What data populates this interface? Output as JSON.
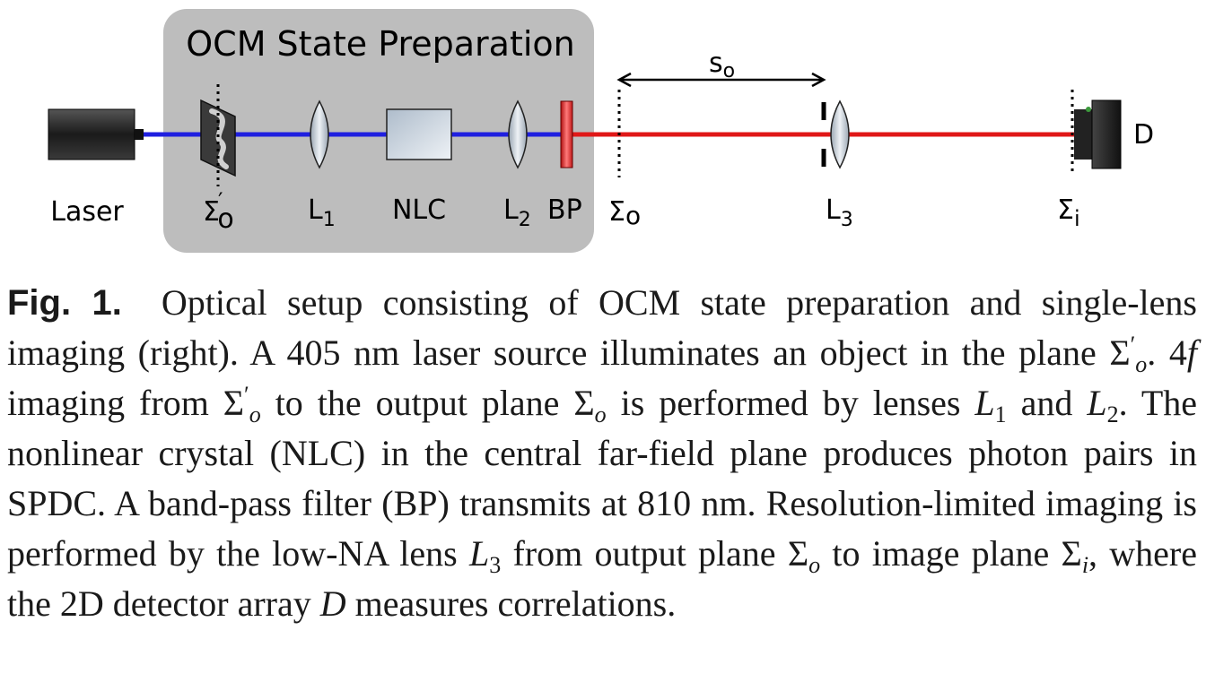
{
  "diagram": {
    "box_title": "OCM State Preparation",
    "labels": {
      "laser": "Laser",
      "sigma_o_prime": "Σ",
      "sigma_o_prime_sub": "o",
      "sigma_o_prime_mark": "′",
      "l1": "L",
      "l1_sub": "1",
      "nlc": "NLC",
      "l2": "L",
      "l2_sub": "2",
      "bp": "BP",
      "sigma_o": "Σ",
      "sigma_o_sub": "o",
      "l3": "L",
      "l3_sub": "3",
      "sigma_i": "Σ",
      "sigma_i_sub": "i",
      "detector": "D",
      "distance": "s",
      "distance_sub": "o"
    },
    "colors": {
      "pump_beam": "#1f1fe0",
      "signal_beam": "#e01818",
      "box_fill": "#bdbdbd",
      "laser_body": "#2a2a2a"
    }
  },
  "caption": {
    "label": "Fig. 1.",
    "s1": "Optical setup consisting of OCM state preparation and single-lens imaging (right). A 405 nm laser source illuminates an object in the plane ",
    "sym_sigma": "Σ",
    "sub_o": "o",
    "prime": "′",
    "s2": ". 4",
    "f": "f",
    "s3": " imaging from ",
    "s4": " to the output plane ",
    "s5": " is performed by lenses ",
    "L": "L",
    "sub_1": "1",
    "s6": " and ",
    "sub_2": "2",
    "s7": ". The nonlinear crystal (NLC) in the central far-field plane produces photon pairs in SPDC. A band-pass filter (BP) transmits at 810 nm. Resolution-limited imaging is performed by the low-NA lens ",
    "sub_3": "3",
    "s8": " from output plane ",
    "s9": " to image plane ",
    "sub_i": "i",
    "s10": ", where the 2D detector array ",
    "D": "D",
    "s11": " measures correlations."
  }
}
